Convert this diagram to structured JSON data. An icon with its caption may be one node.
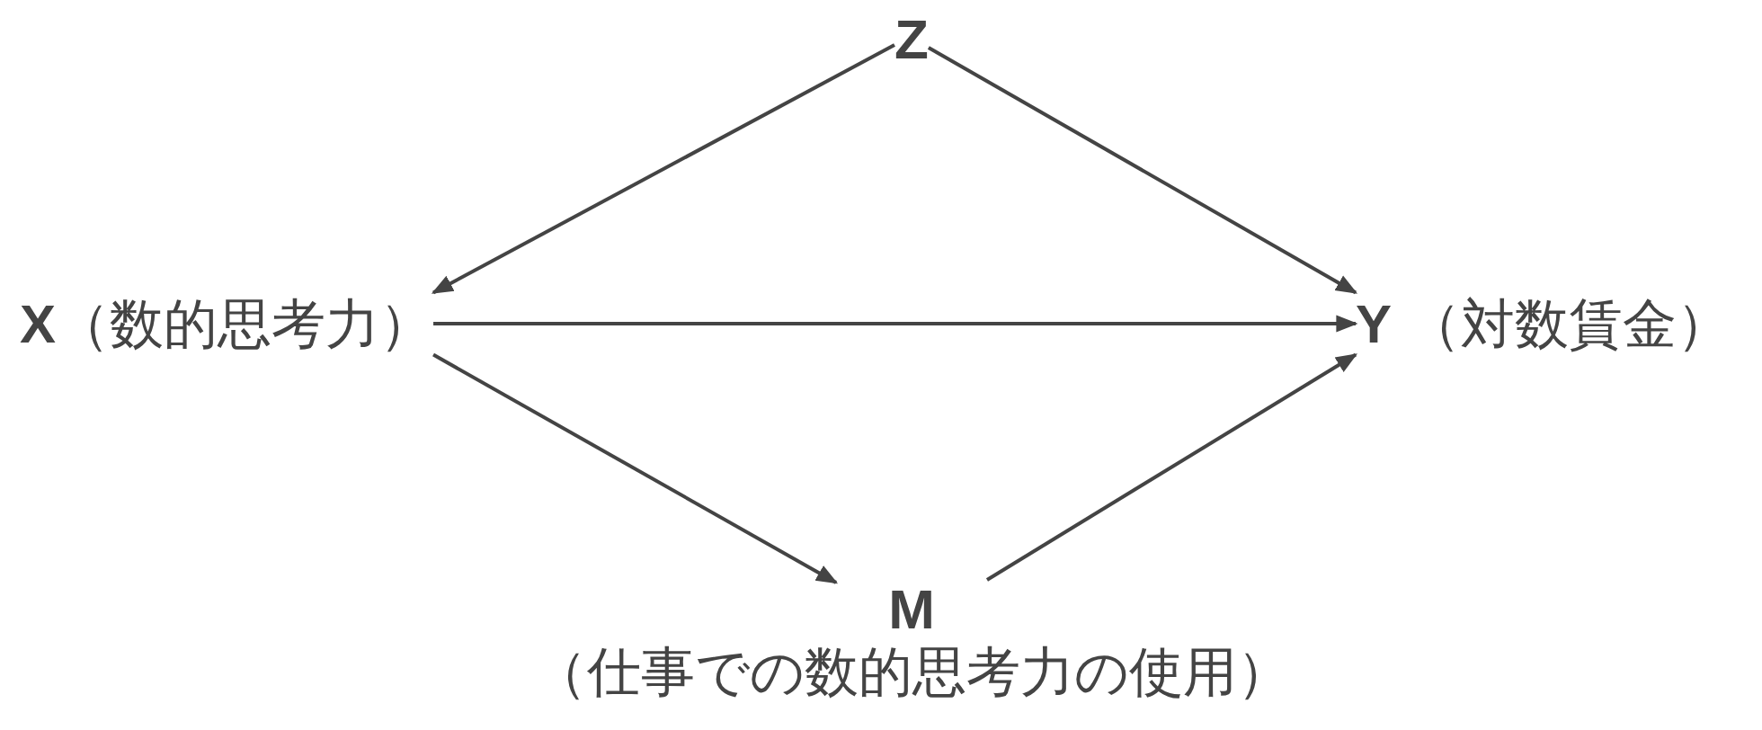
{
  "diagram": {
    "nodes": [
      {
        "text": [
          "Z"
        ]
      },
      {
        "text": [
          "**X**（数的思考力）"
        ]
      },
      {
        "text": [
          "**Y** （対数賃金）"
        ]
      },
      {
        "text": [
          "M",
          "（仕事での数的思考力の使用）"
        ]
      }
    ],
    "edges": [
      {
        "from": 0,
        "to": 1,
        "arrow": "to"
      },
      {
        "from": 0,
        "to": 2,
        "arrow": "to"
      },
      {
        "from": 1,
        "to": 2,
        "arrow": "to"
      },
      {
        "from": 1,
        "to": 3,
        "arrow": "to"
      },
      {
        "from": 3,
        "to": 2,
        "arrow": "to"
      }
    ]
  }
}
